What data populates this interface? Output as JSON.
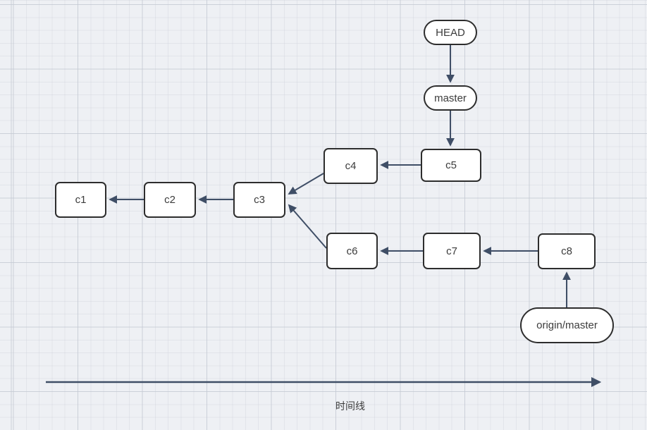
{
  "diagram": {
    "title": "git commit graph with branches",
    "nodes": {
      "head": {
        "label": "HEAD",
        "shape": "pill"
      },
      "master": {
        "label": "master",
        "shape": "pill"
      },
      "c1": {
        "label": "c1",
        "shape": "rect"
      },
      "c2": {
        "label": "c2",
        "shape": "rect"
      },
      "c3": {
        "label": "c3",
        "shape": "rect"
      },
      "c4": {
        "label": "c4",
        "shape": "rect"
      },
      "c5": {
        "label": "c5",
        "shape": "rect"
      },
      "c6": {
        "label": "c6",
        "shape": "rect"
      },
      "c7": {
        "label": "c7",
        "shape": "rect"
      },
      "c8": {
        "label": "c8",
        "shape": "rect"
      },
      "origin_master": {
        "label": "origin/master",
        "shape": "pill"
      }
    },
    "edges": [
      {
        "from": "HEAD",
        "to": "master"
      },
      {
        "from": "master",
        "to": "c5"
      },
      {
        "from": "c5",
        "to": "c4"
      },
      {
        "from": "c4",
        "to": "c3"
      },
      {
        "from": "c3",
        "to": "c2"
      },
      {
        "from": "c2",
        "to": "c1"
      },
      {
        "from": "c7",
        "to": "c6"
      },
      {
        "from": "c6",
        "to": "c3"
      },
      {
        "from": "c8",
        "to": "c7"
      },
      {
        "from": "origin/master",
        "to": "c8"
      }
    ],
    "timeline": {
      "label": "时间线",
      "direction": "left-to-right"
    }
  },
  "colors": {
    "edge_color": "#3f4e66",
    "node_border": "#2d2d2d",
    "node_fill": "#ffffff",
    "text_color": "#3c3c3c",
    "canvas_bg": "#eef0f4"
  }
}
